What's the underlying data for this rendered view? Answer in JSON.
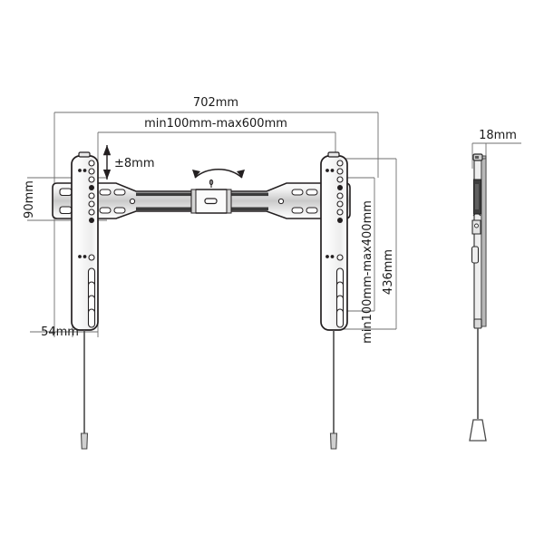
{
  "drawing": {
    "title": "TV wall mount bracket technical dimension drawing",
    "views": {
      "front": "front-view",
      "side": "side-view"
    },
    "line_color": "#231f20",
    "fill_color": "#ffffff",
    "metal_dark": "#4a4a4a",
    "metal_mid": "#8f8f8f",
    "metal_light": "#d6d6d6"
  },
  "dimensions": {
    "overall_width": "702mm",
    "vesa_horizontal": "min100mm-max600mm",
    "micro_adjust": "±8mm",
    "rail_height": "90mm",
    "arm_width": "54mm",
    "vesa_vertical": "min100mm-max400mm",
    "overall_height": "436mm",
    "depth": "18mm"
  },
  "labels": [
    {
      "id": "overall-width",
      "text": "702mm",
      "orientation": "horizontal"
    },
    {
      "id": "vesa-horizontal",
      "text": "min100mm-max600mm",
      "orientation": "horizontal"
    },
    {
      "id": "micro-adjust",
      "text": "±8mm",
      "orientation": "horizontal"
    },
    {
      "id": "rail-height",
      "text": "90mm",
      "orientation": "vertical"
    },
    {
      "id": "arm-width",
      "text": "54mm",
      "orientation": "horizontal"
    },
    {
      "id": "vesa-vertical",
      "text": "min100mm-max400mm",
      "orientation": "vertical"
    },
    {
      "id": "overall-height",
      "text": "436mm",
      "orientation": "vertical"
    },
    {
      "id": "depth",
      "text": "18mm",
      "orientation": "horizontal"
    }
  ],
  "features": {
    "tilt_arc": "tilt-rotation-arrow",
    "left_arm": "vertical-wall-plate-left",
    "right_arm": "vertical-wall-plate-right",
    "center_rail": "horizontal-tv-rail",
    "center_lock": "center-lock-block",
    "pull_cords": 2,
    "cord_handle": "cord-pull-handle"
  }
}
